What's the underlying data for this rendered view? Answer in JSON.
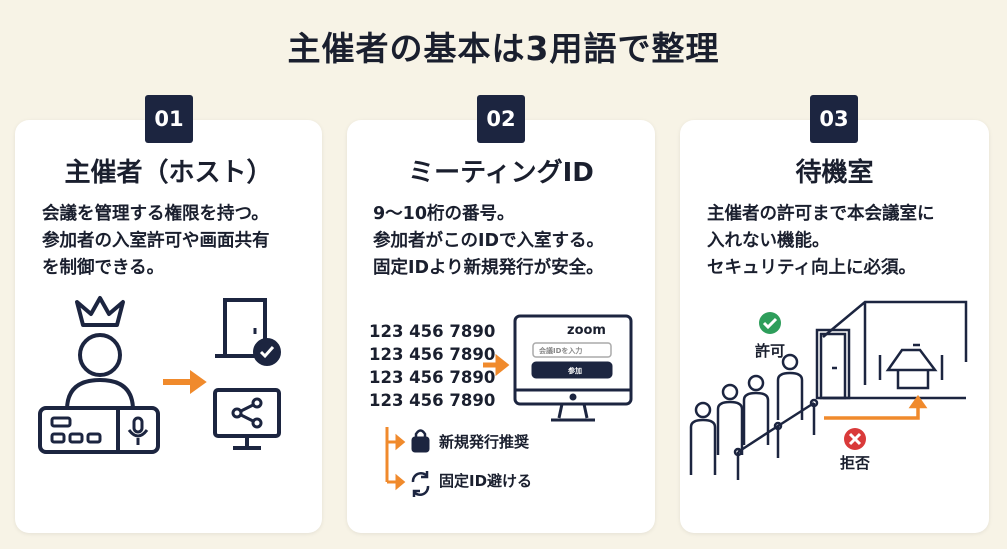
{
  "title": "主催者の基本は3用語で整理",
  "colors": {
    "navy": "#1c2540",
    "orange": "#f08a2c",
    "green": "#2e9e5b",
    "red": "#d93a3a",
    "background": "#f7f3e6"
  },
  "cards": [
    {
      "number": "01",
      "title": "主催者（ホスト）",
      "lines": [
        "会議を管理する権限を持つ。",
        "参加者の入室許可や画面共有",
        "を制御できる。"
      ]
    },
    {
      "number": "02",
      "title": "ミーティングID",
      "lines": [
        "9〜10桁の番号。",
        "参加者がこのIDで入室する。",
        "固定IDより新規発行が安全。"
      ],
      "ids": [
        "123 456 7890",
        "123 456 7890",
        "123 456 7890",
        "123 456 7890"
      ],
      "zoom_logo": "zoom",
      "zoom_input_placeholder": "会議IDを入力",
      "zoom_join": "参加",
      "tips": [
        "新規発行推奨",
        "固定ID避ける"
      ]
    },
    {
      "number": "03",
      "title": "待機室",
      "lines": [
        "主催者の許可まで本会議室に",
        "入れない機能。",
        "セキュリティ向上に必須。"
      ],
      "allow_label": "許可",
      "deny_label": "拒否"
    }
  ]
}
